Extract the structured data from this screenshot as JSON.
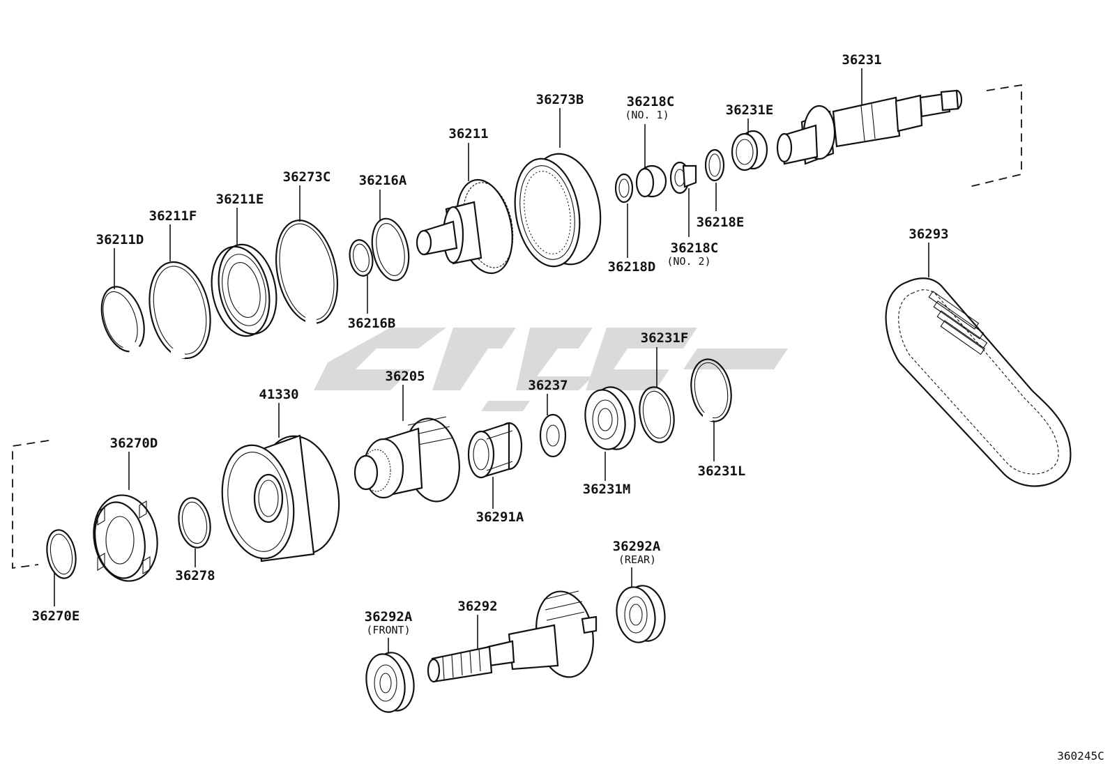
{
  "diagram_code": "360245C",
  "watermark": "",
  "parts": {
    "p36231": "36231",
    "p36273B": "36273B",
    "p36218C_1": "36218C",
    "p36218C_1_note": "(NO. 1)",
    "p36231E": "36231E",
    "p36211": "36211",
    "p36273C": "36273C",
    "p36216A": "36216A",
    "p36211E": "36211E",
    "p36211F": "36211F",
    "p36211D": "36211D",
    "p36218E": "36218E",
    "p36218C_2": "36218C",
    "p36218C_2_note": "(NO. 2)",
    "p36218D": "36218D",
    "p36216B": "36216B",
    "p36293": "36293",
    "p36231F": "36231F",
    "p36205": "36205",
    "p36237": "36237",
    "p41330": "41330",
    "p36270D": "36270D",
    "p36231L": "36231L",
    "p36231M": "36231M",
    "p36291A": "36291A",
    "p36278": "36278",
    "p36270E": "36270E",
    "p36292A_rear": "36292A",
    "p36292A_rear_note": "(REAR)",
    "p36292": "36292",
    "p36292A_front": "36292A",
    "p36292A_front_note": "(FRONT)"
  }
}
